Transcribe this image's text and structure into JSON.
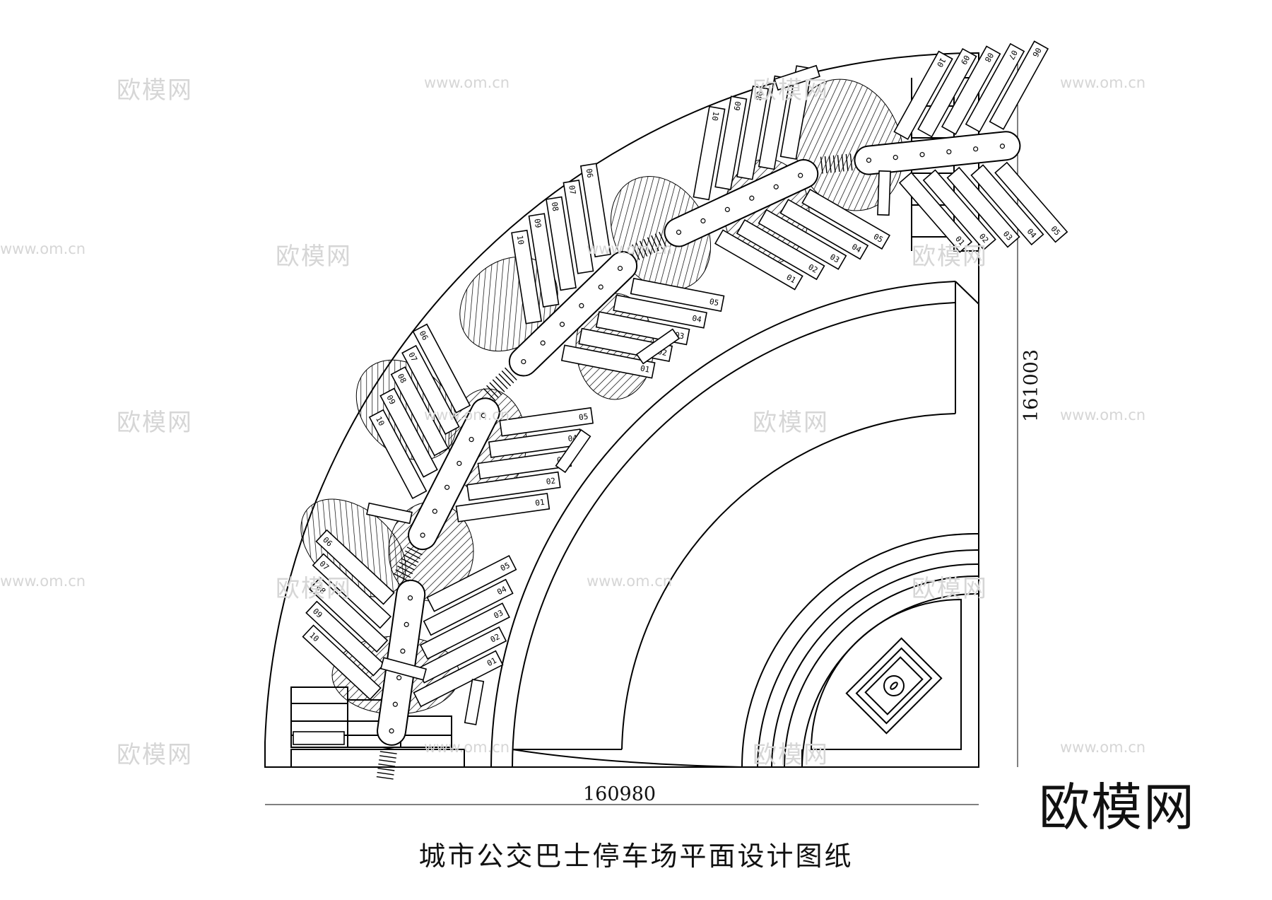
{
  "drawing": {
    "title": "城市公交巴士停车场平面设计图纸",
    "dimension_width": "160980",
    "dimension_height": "161003",
    "brand_logo": "欧模网",
    "watermark_text": "欧模网",
    "watermark_url": "www.om.cn",
    "bay_labels": [
      "05",
      "04",
      "03",
      "02",
      "01",
      "06",
      "07",
      "08",
      "09",
      "10"
    ],
    "line_color": "#000000",
    "watermark_color": "#d6d6d6"
  }
}
